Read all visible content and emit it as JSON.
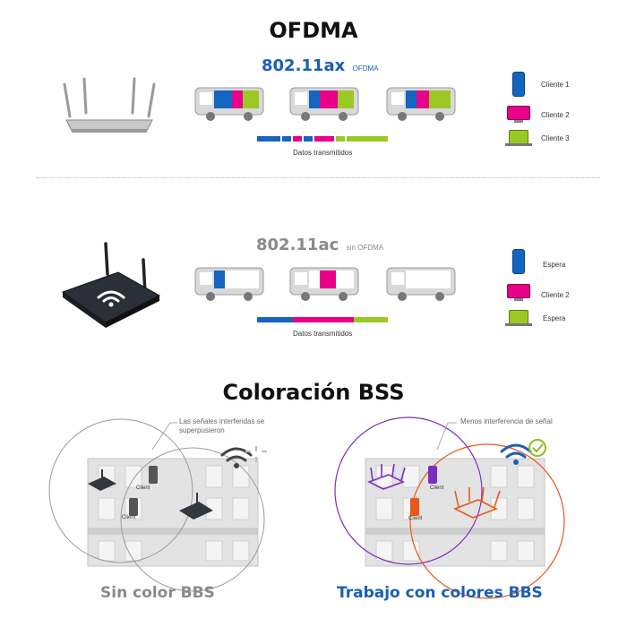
{
  "ofdma": {
    "title": "OFDMA",
    "standard": "802.11ax",
    "standard_sub": "OFDMA",
    "caption": "Datos transmitidos",
    "clients": [
      {
        "label": "Cliente 1",
        "color": "#1565c0"
      },
      {
        "label": "Cliente 2",
        "color": "#e6008a"
      },
      {
        "label": "Cliente 3",
        "color": "#9cc826"
      }
    ]
  },
  "legacy": {
    "standard": "802.11ac",
    "standard_sub": "sin OFDMA",
    "caption": "Datos transmitidos",
    "clients": [
      {
        "label": "Espera",
        "color": "#1565c0"
      },
      {
        "label": "Cliente 2",
        "color": "#e6008a"
      },
      {
        "label": "Espera",
        "color": "#9cc826"
      }
    ]
  },
  "bss": {
    "title": "Coloración BSS",
    "left_callout": "Las señales interferidas se superpusieron",
    "right_callout": "Menos interferencia de señal",
    "client_label": "Client",
    "left_caption": "Sin color BBS",
    "right_caption": "Trabajo con colores BBS",
    "colors": {
      "purple": "#7b2fbf",
      "orange": "#e8581c",
      "blue_caption": "#1a5fb4",
      "gray_caption": "#8a8a8a"
    }
  }
}
